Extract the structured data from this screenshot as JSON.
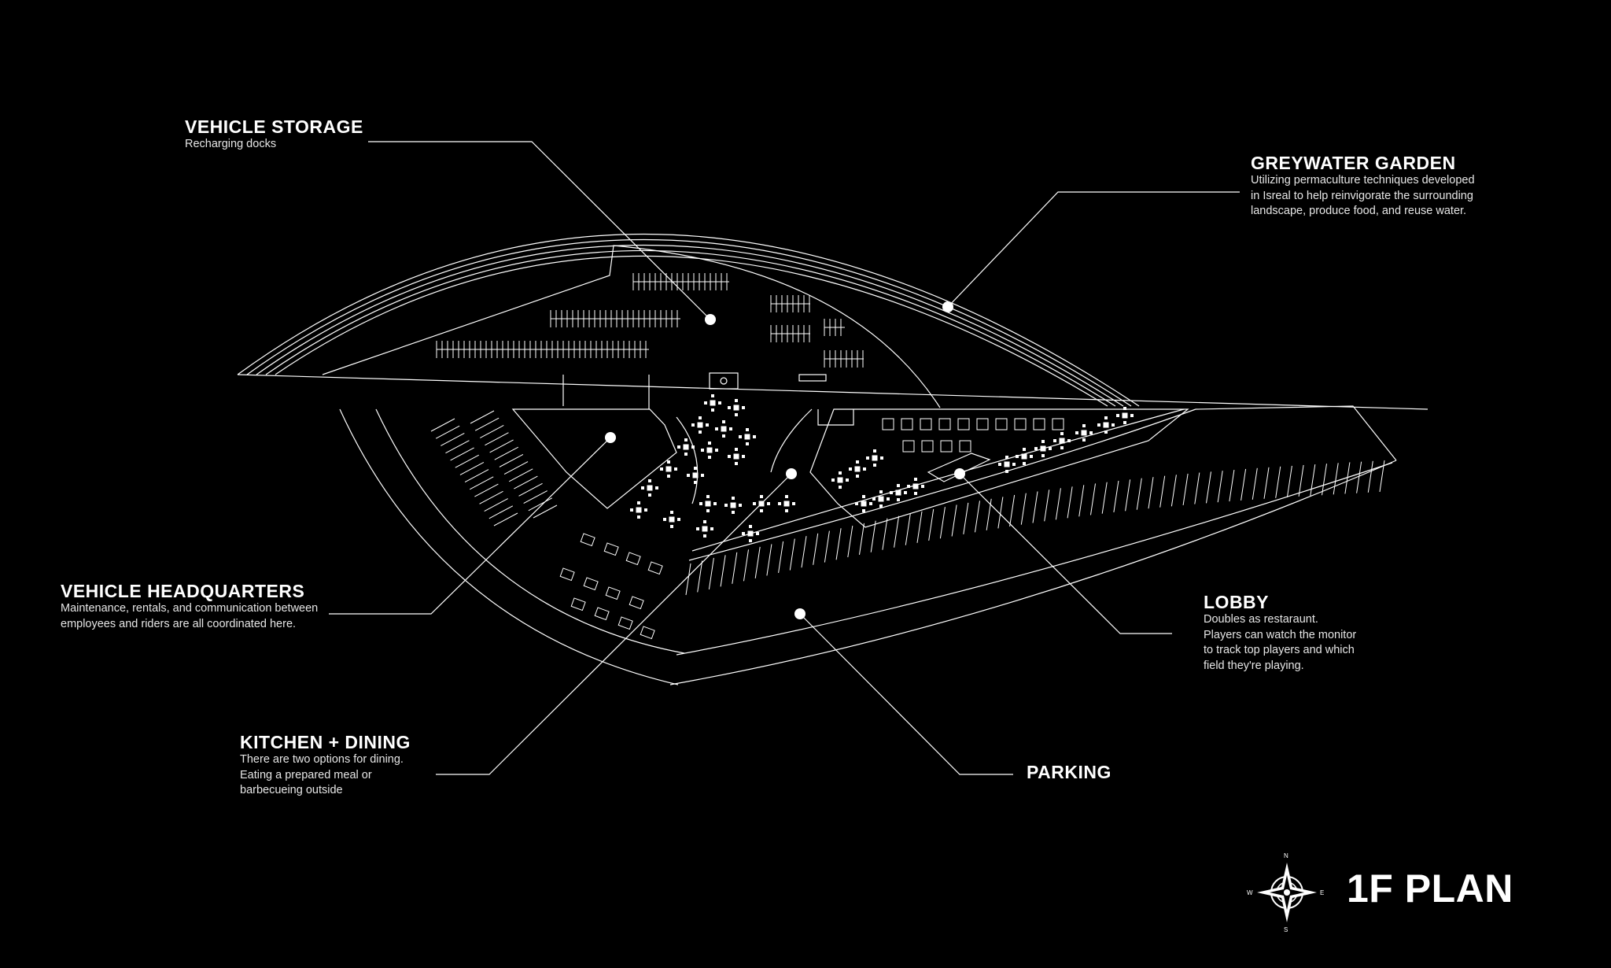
{
  "plan_title": "1F PLAN",
  "compass": {
    "n": "N",
    "s": "S",
    "e": "E",
    "w": "W"
  },
  "callouts": {
    "vehicle_storage": {
      "title": "VEHICLE STORAGE",
      "desc": "Recharging docks"
    },
    "greywater_garden": {
      "title": "GREYWATER GARDEN",
      "desc": "Utilizing permaculture techniques developed\nin Isreal to help reinvigorate the surrounding\nlandscape, produce food, and reuse water."
    },
    "vehicle_headquarters": {
      "title": "VEHICLE HEADQUARTERS",
      "desc": "Maintenance, rentals, and  communication between\nemployees and riders are all coordinated here."
    },
    "kitchen_dining": {
      "title": "KITCHEN + DINING",
      "desc": "There are two options for dining.\nEating a prepared meal or\nbarbecueing outside"
    },
    "lobby": {
      "title": "LOBBY",
      "desc": "Doubles as restaraunt.\nPlayers can watch the monitor\nto track top players and which\nfield they're playing."
    },
    "parking": {
      "title": "PARKING"
    }
  },
  "colors": {
    "background": "#000000",
    "linework": "#ffffff"
  }
}
